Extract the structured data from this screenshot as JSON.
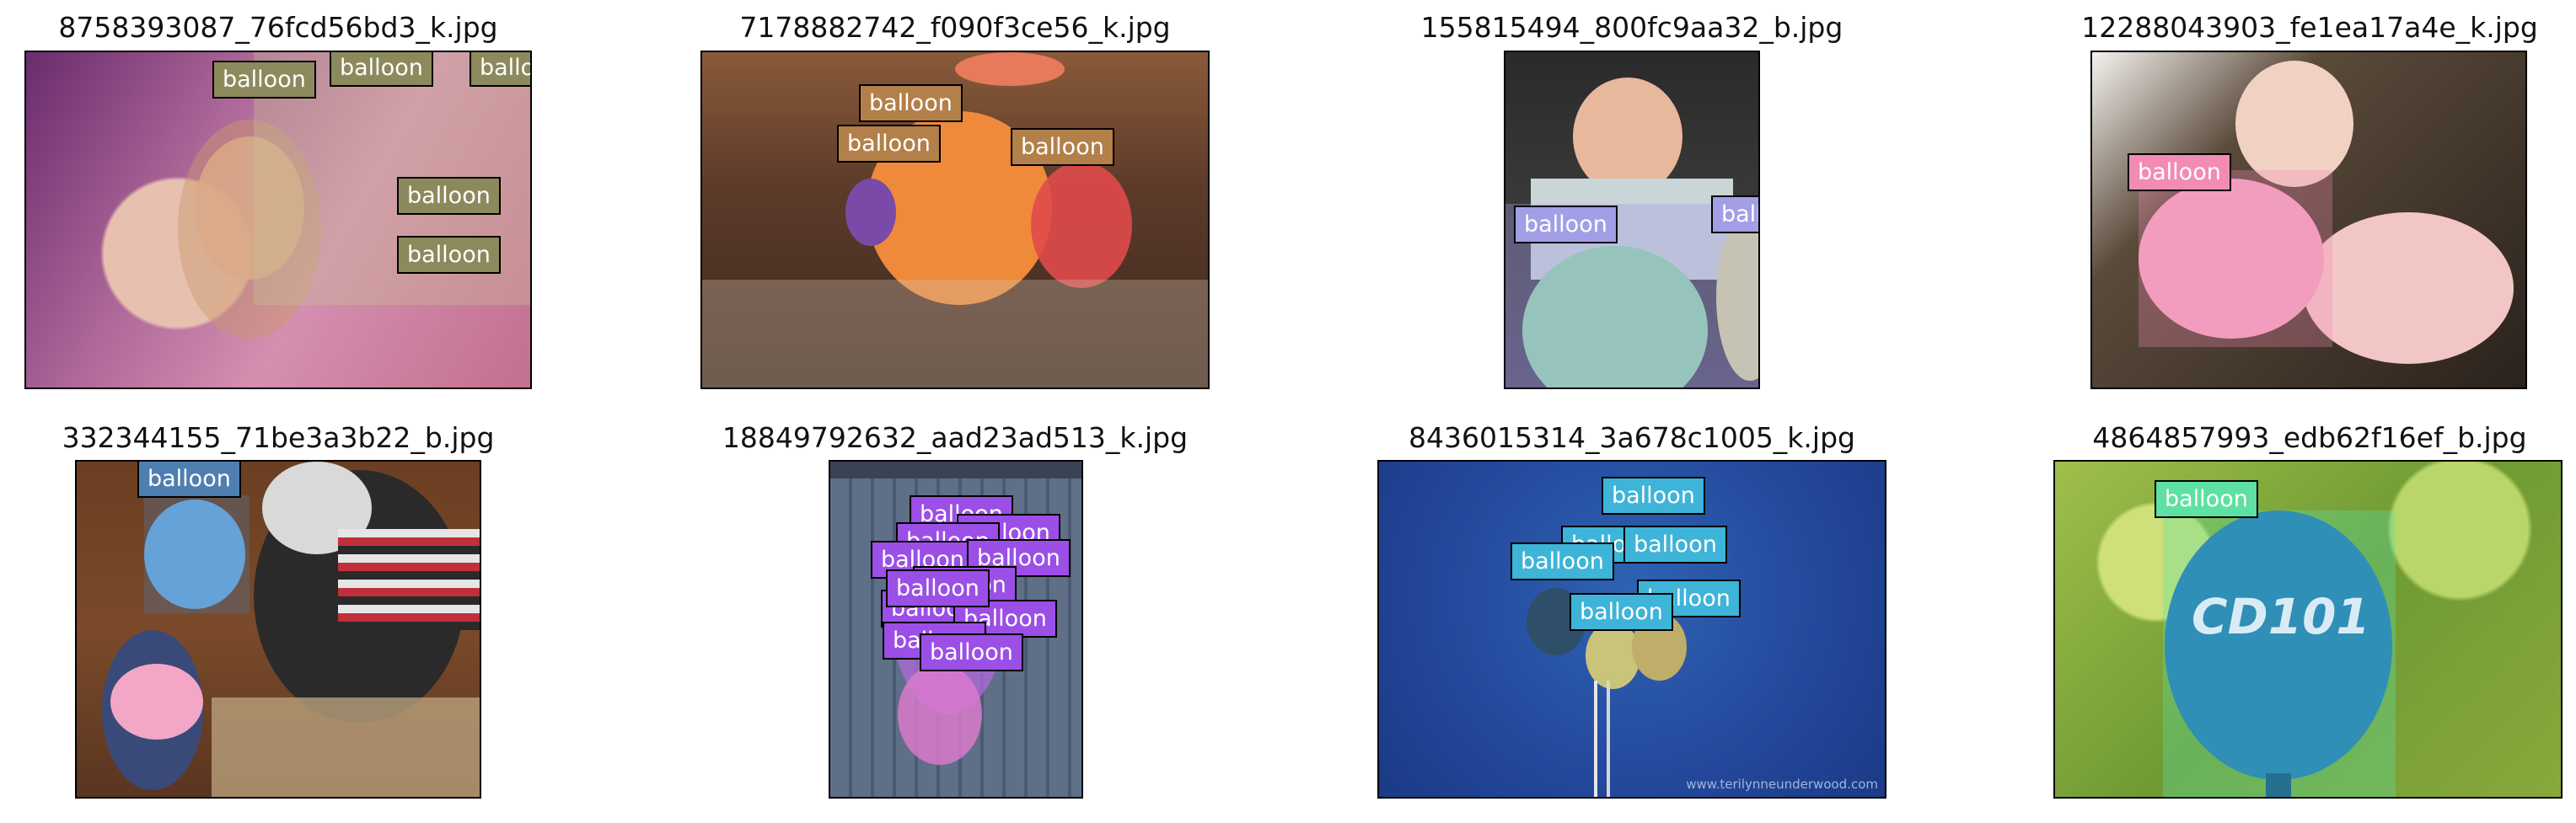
{
  "panels": [
    {
      "title": "8758393087_76fcd56bd3_k.jpg",
      "labels": [
        "balloon",
        "balloon",
        "balloon",
        "balloon",
        "balloon"
      ],
      "tag_color": "#8c8a5c"
    },
    {
      "title": "7178882742_f090f3ce56_k.jpg",
      "labels": [
        "balloon",
        "balloon",
        "balloon"
      ],
      "tag_color": "#b3804a"
    },
    {
      "title": "155815494_800fc9aa32_b.jpg",
      "labels": [
        "balloon",
        "balloon"
      ],
      "tag_color": "#a29fe6"
    },
    {
      "title": "12288043903_fe1ea17a4e_k.jpg",
      "labels": [
        "balloon"
      ],
      "tag_color": "#f28cb4"
    },
    {
      "title": "332344155_71be3a3b22_b.jpg",
      "labels": [
        "balloon"
      ],
      "tag_color": "#4f7fb0"
    },
    {
      "title": "18849792632_aad23ad513_k.jpg",
      "labels": [
        "balloon",
        "balloon",
        "balloon",
        "balloon",
        "balloon",
        "balloon",
        "balloon",
        "balloon",
        "balloon",
        "balloon",
        "balloon"
      ],
      "tag_color": "#9b4fe6"
    },
    {
      "title": "8436015314_3a678c1005_k.jpg",
      "labels": [
        "balloon",
        "balloon",
        "balloon",
        "balloon",
        "balloon",
        "balloon"
      ],
      "tag_color": "#3eb4d8"
    },
    {
      "title": "4864857993_edb62f16ef_b.jpg",
      "labels": [
        "balloon"
      ],
      "tag_color": "#5ee0a0"
    }
  ],
  "image7_watermark": "www.terilynneunderwood.com",
  "image8_balloon_print": "CD101"
}
